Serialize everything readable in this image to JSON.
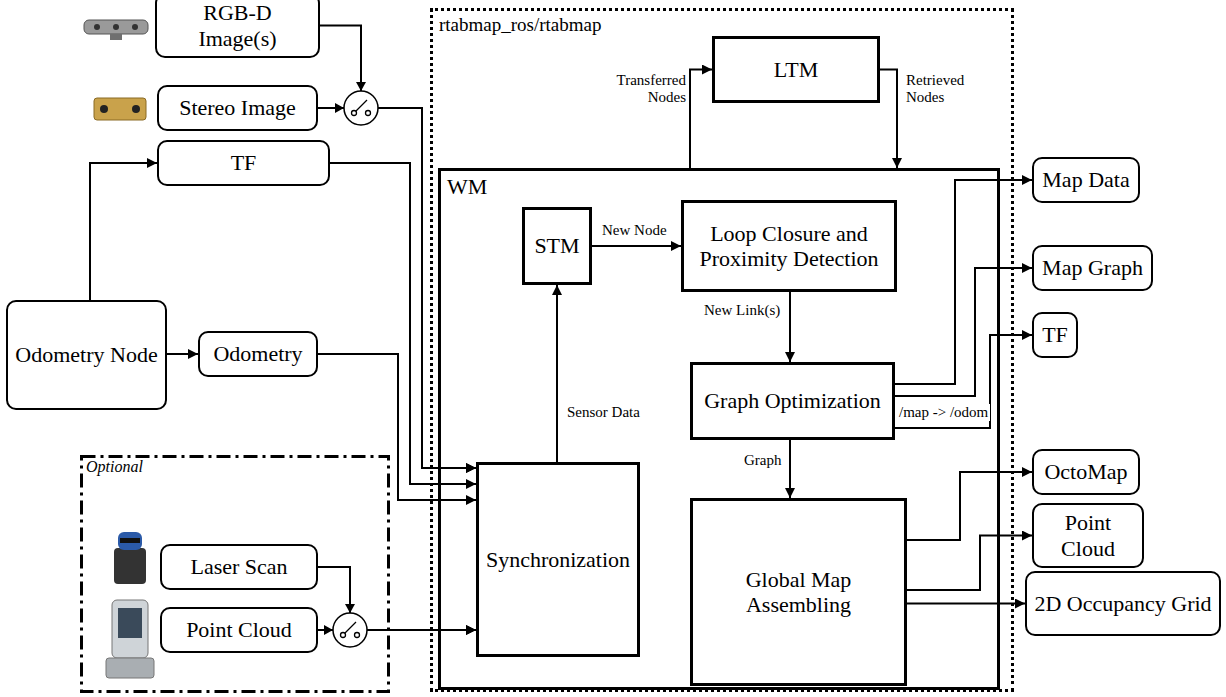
{
  "diagram": {
    "nodes": [
      {
        "text": [
          "RGB-D Image(s)"
        ]
      },
      {
        "text": [
          "Stereo Image"
        ]
      },
      {
        "text": [
          "rtabmap_ros/rtabmap"
        ]
      },
      {
        "text": [
          "LTM"
        ],
        "in": 2
      },
      {
        "text": [
          "WM"
        ],
        "in": 2
      },
      {
        "text": [
          "STM"
        ],
        "in": 4
      },
      {
        "text": [
          "Loop Closure and Proximity Detection"
        ],
        "in": 4
      },
      {
        "text": [
          "Graph Optimization"
        ],
        "in": 4
      },
      {
        "text": [
          "Synchronization"
        ],
        "in": 4
      },
      {
        "text": [
          "Global Map Assembling"
        ],
        "in": 4
      },
      {
        "text": [
          "Map Data"
        ]
      },
      {
        "text": [
          "Map Graph"
        ]
      },
      {
        "text": [
          "TF"
        ]
      },
      {
        "text": [
          "OctoMap"
        ]
      },
      {
        "text": [
          "Point Cloud"
        ]
      },
      {
        "text": [
          "2D Occupancy Grid"
        ]
      },
      {
        "text": [
          "TF"
        ]
      },
      {
        "text": [
          "Odometry Node"
        ]
      },
      {
        "text": [
          "Odometry"
        ]
      },
      {
        "text": [
          "Optional"
        ]
      },
      {
        "text": [
          "Laser Scan"
        ],
        "in": 19
      },
      {
        "text": [
          "Point Cloud"
        ],
        "in": 19
      }
    ],
    "edges": [
      {
        "from": 0,
        "to": 8,
        "arrow": "to"
      },
      {
        "from": 1,
        "to": 8,
        "arrow": "to"
      },
      {
        "from": 17,
        "to": 16,
        "arrow": "to"
      },
      {
        "from": 17,
        "to": 18,
        "arrow": "to"
      },
      {
        "from": 16,
        "to": 8,
        "arrow": "to"
      },
      {
        "from": 18,
        "to": 8,
        "arrow": "to"
      },
      {
        "from": 20,
        "to": 8,
        "arrow": "to"
      },
      {
        "from": 21,
        "to": 8,
        "arrow": "to"
      },
      {
        "from": 8,
        "to": 5,
        "label": "Sensor Data",
        "arrow": "to"
      },
      {
        "from": 5,
        "to": 6,
        "label": "New Node",
        "arrow": "to"
      },
      {
        "from": 6,
        "to": 7,
        "label": "New Link(s)",
        "arrow": "to"
      },
      {
        "from": 7,
        "to": 9,
        "label": "Graph",
        "arrow": "to"
      },
      {
        "from": 4,
        "to": 3,
        "label": "Transferred Nodes",
        "arrow": "to"
      },
      {
        "from": 3,
        "to": 4,
        "label": "Retrieved Nodes",
        "arrow": "to"
      },
      {
        "from": 7,
        "to": 10,
        "arrow": "to"
      },
      {
        "from": 7,
        "to": 11,
        "arrow": "to"
      },
      {
        "from": 7,
        "to": 12,
        "label": "/map -> /odom",
        "arrow": "to"
      },
      {
        "from": 9,
        "to": 13,
        "arrow": "to"
      },
      {
        "from": 9,
        "to": 14,
        "arrow": "to"
      },
      {
        "from": 9,
        "to": 15,
        "arrow": "to"
      }
    ]
  }
}
